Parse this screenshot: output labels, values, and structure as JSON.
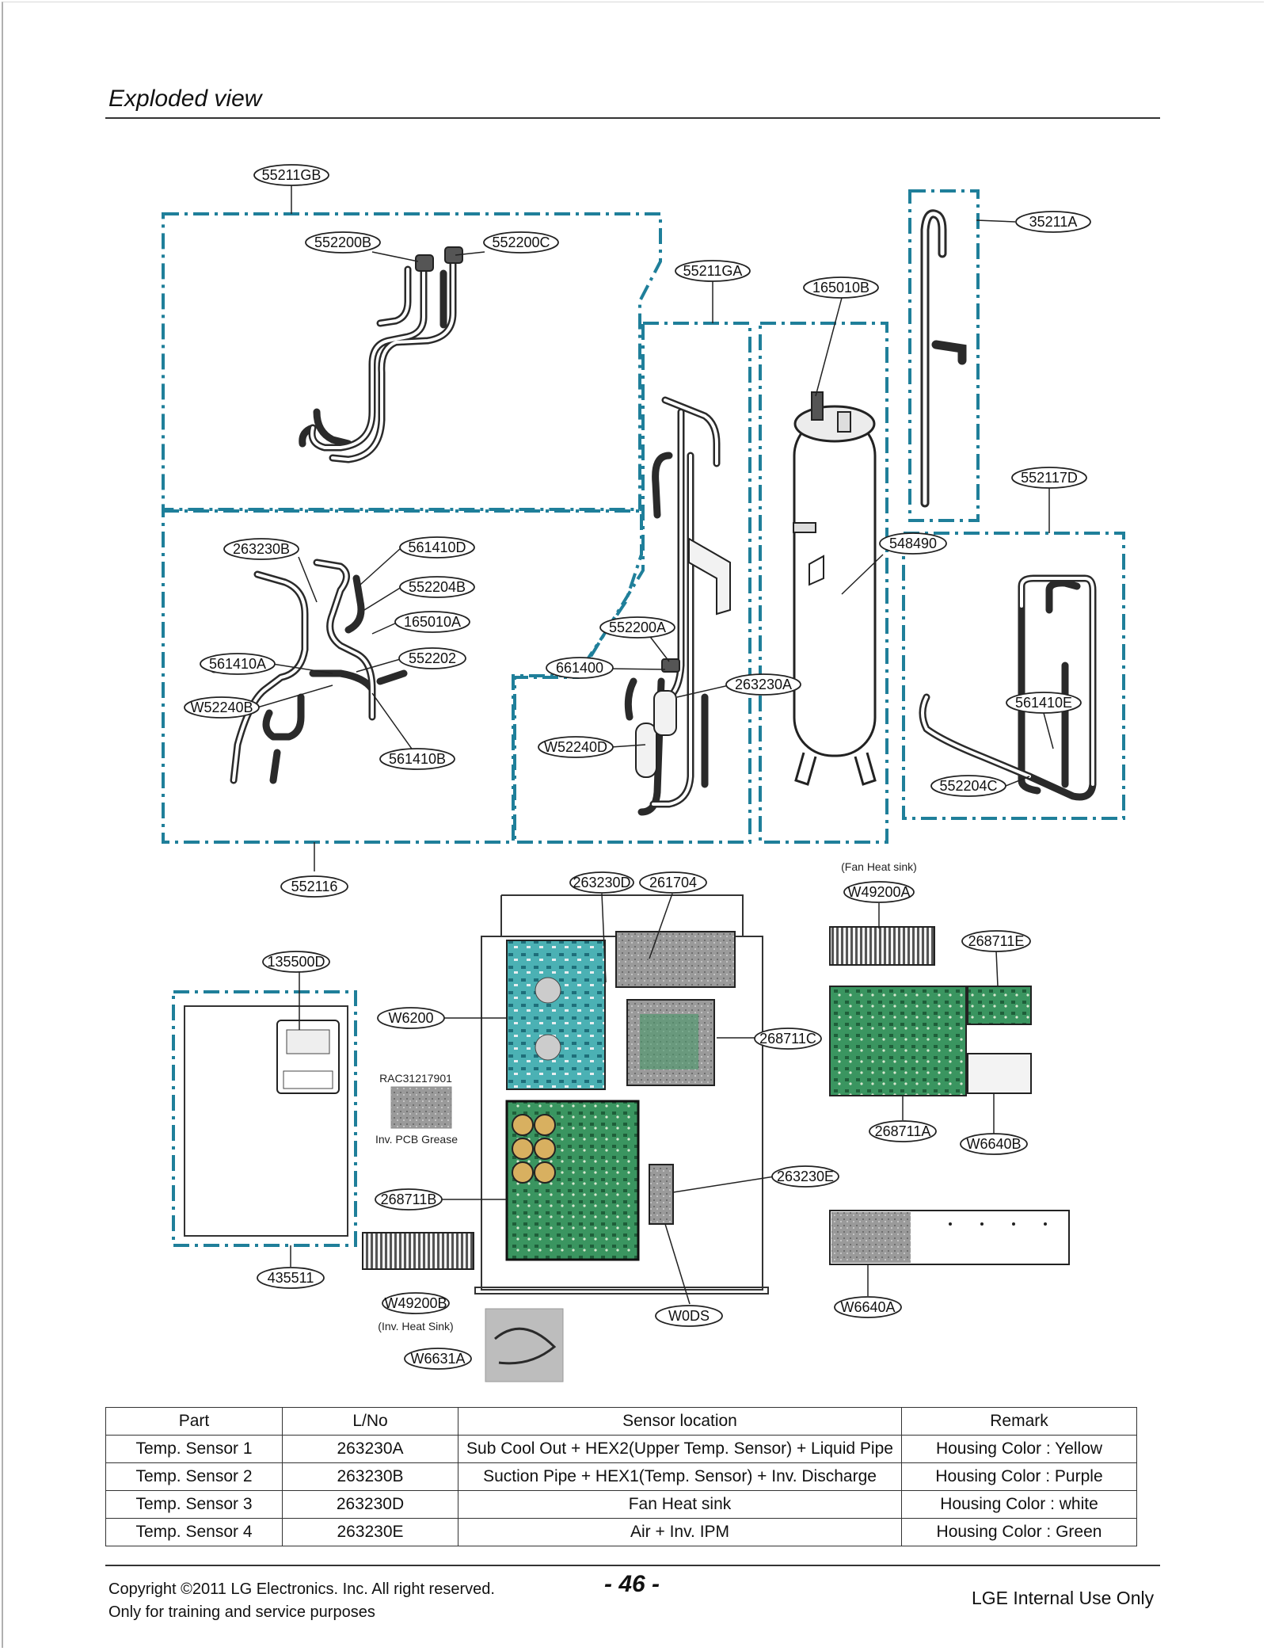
{
  "header": {
    "title": "Exploded view"
  },
  "diagram": {
    "part_labels": {
      "p55211GB": "55211GB",
      "p552200B": "552200B",
      "p552200C": "552200C",
      "p55211GA": "55211GA",
      "p165010B": "165010B",
      "p35211A": "35211A",
      "p552117D": "552117D",
      "p548490": "548490",
      "p263230B": "263230B",
      "p561410D": "561410D",
      "p552204B": "552204B",
      "p165010A": "165010A",
      "p552202": "552202",
      "p561410A": "561410A",
      "pW52240B": "W52240B",
      "p561410B": "561410B",
      "p552200A": "552200A",
      "p661400": "661400",
      "p263230A": "263230A",
      "pW52240D": "W52240D",
      "p561410E": "561410E",
      "p552204C": "552204C",
      "p552116": "552116",
      "p263230D": "263230D",
      "p261704": "261704",
      "pW49200A": "W49200A",
      "p268711E": "268711E",
      "p135500D": "135500D",
      "pW6200": "W6200",
      "p268711C": "268711C",
      "p268711A": "268711A",
      "pW6640B": "W6640B",
      "p263230E": "263230E",
      "p268711B": "268711B",
      "p435511": "435511",
      "pW49200B": "W49200B",
      "pW0DS": "W0DS",
      "pW6640A": "W6640A",
      "pW6631A": "W6631A"
    },
    "captions": {
      "fan_heat_sink": "(Fan Heat sink)",
      "inv_heat_sink": "(Inv. Heat Sink)",
      "grease_code": "RAC31217901",
      "grease_name": "Inv. PCB Grease"
    }
  },
  "sensor_table": {
    "headers": [
      "Part",
      "L/No",
      "Sensor location",
      "Remark"
    ],
    "rows": [
      [
        "Temp. Sensor 1",
        "263230A",
        "Sub Cool Out + HEX2(Upper Temp. Sensor) + Liquid Pipe",
        "Housing Color : Yellow"
      ],
      [
        "Temp. Sensor 2",
        "263230B",
        "Suction Pipe + HEX1(Temp. Sensor) + Inv. Discharge",
        "Housing Color : Purple"
      ],
      [
        "Temp. Sensor 3",
        "263230D",
        "Fan Heat sink",
        "Housing Color : white"
      ],
      [
        "Temp. Sensor 4",
        "263230E",
        "Air + Inv. IPM",
        "Housing Color : Green"
      ]
    ]
  },
  "footer": {
    "copyright_line1": "Copyright ©2011 LG Electronics. Inc. All right reserved.",
    "copyright_line2": "Only for training and service purposes",
    "page_number": "- 46 -",
    "internal_use": "LGE Internal Use Only"
  },
  "colors": {
    "dash_frame": "#1f7f9a",
    "pcb_green": "#2f8a55",
    "pcb_teal": "#3ba8a8",
    "part_stroke": "#333333"
  }
}
